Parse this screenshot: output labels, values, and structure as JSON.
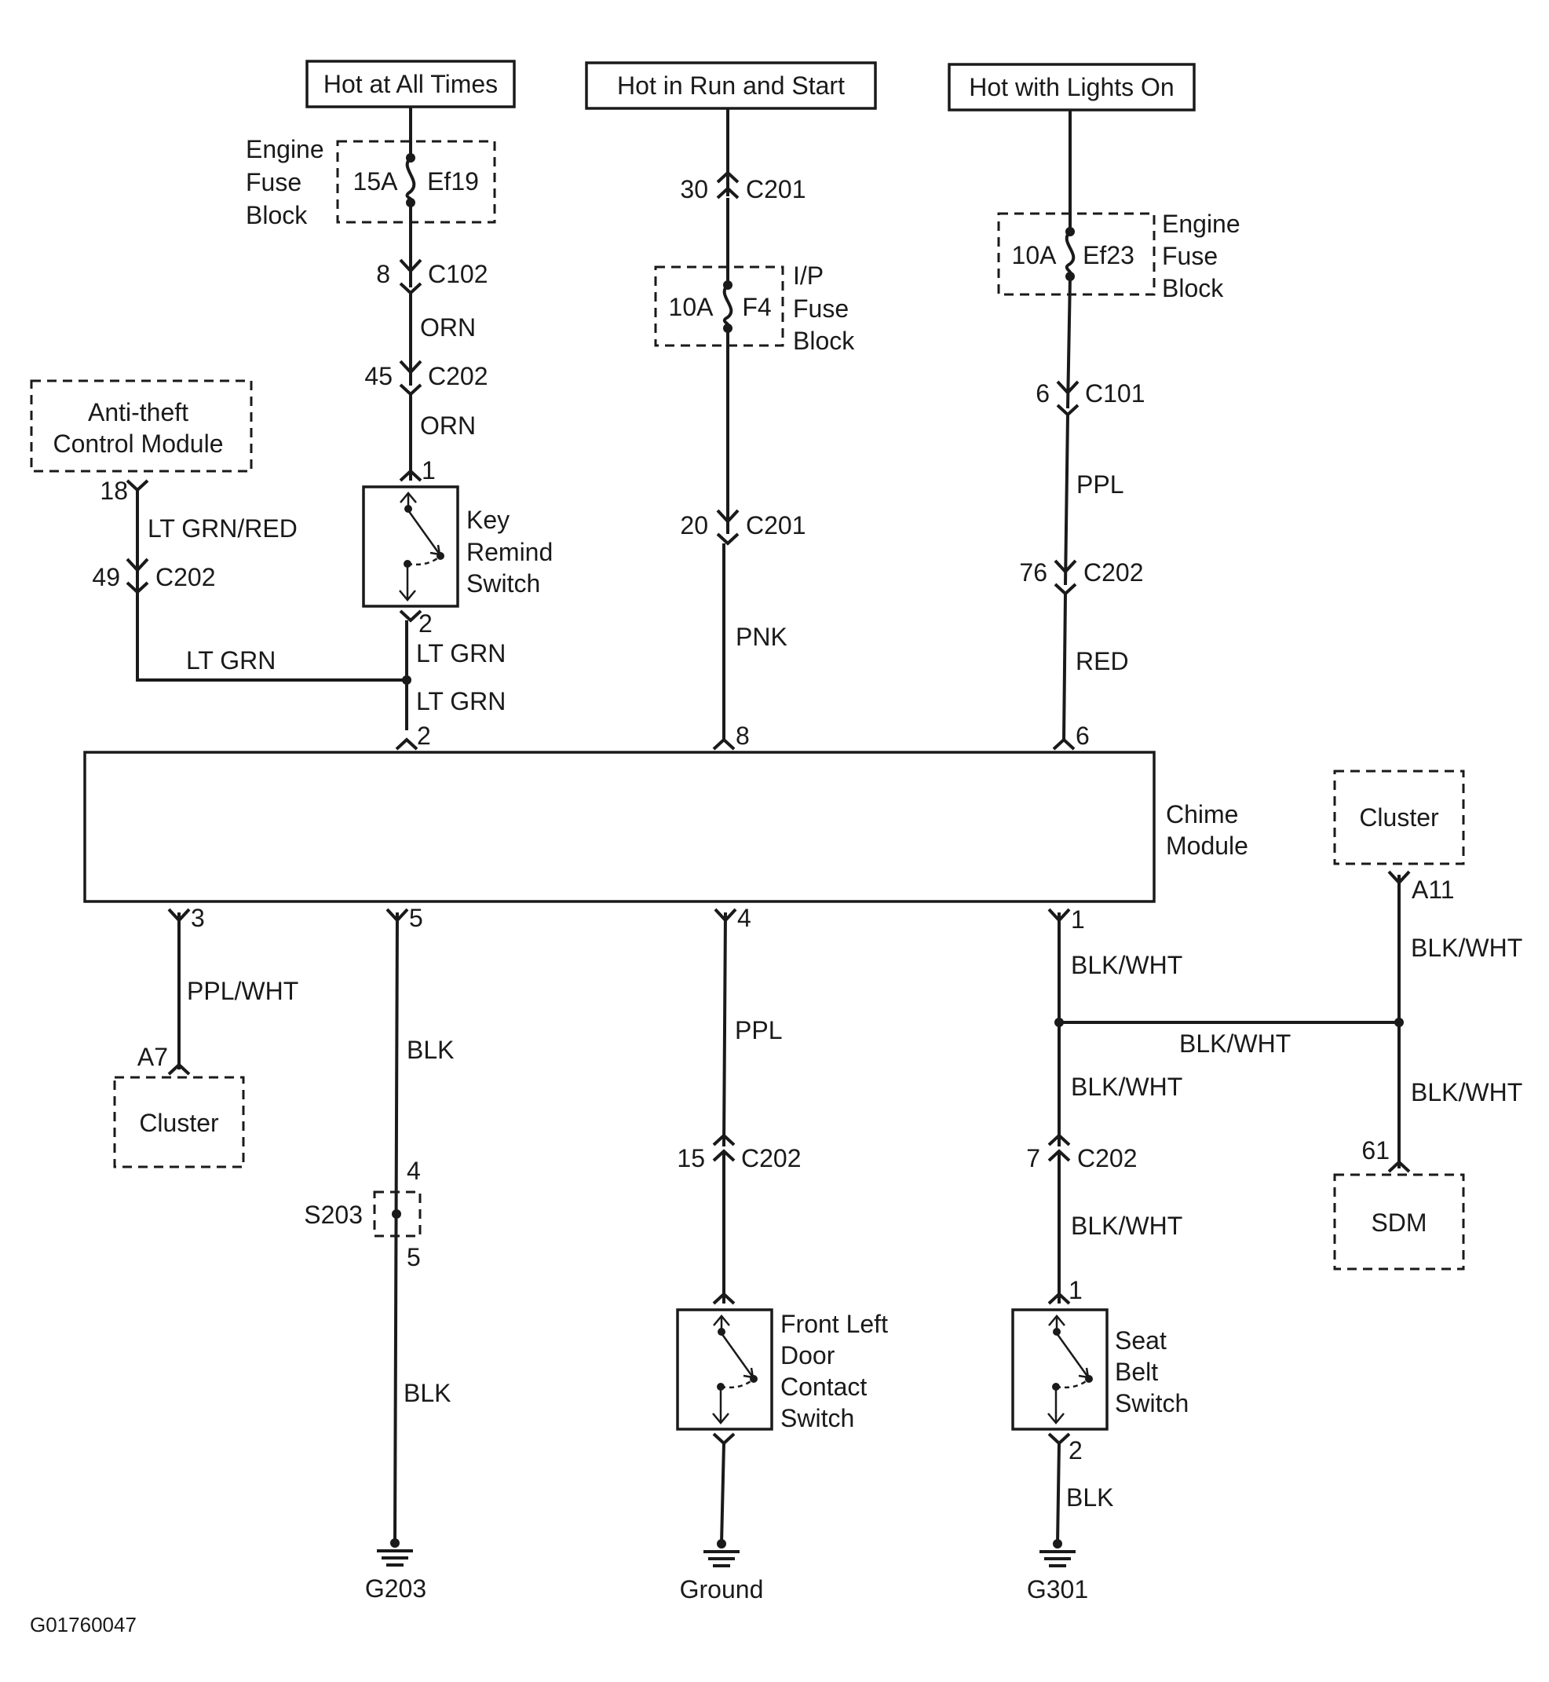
{
  "sources": {
    "hot_at_all_times": "Hot at All Times",
    "hot_in_run_and_start": "Hot in Run and Start",
    "hot_with_lights_on": "Hot with Lights On"
  },
  "fuses": {
    "ef19": {
      "rating": "15A",
      "id": "Ef19",
      "block": [
        "Engine",
        "Fuse",
        "Block"
      ]
    },
    "f4": {
      "rating": "10A",
      "id": "F4",
      "block": [
        "I/P",
        "Fuse",
        "Block"
      ]
    },
    "ef23": {
      "rating": "10A",
      "id": "Ef23",
      "block": [
        "Engine",
        "Fuse",
        "Block"
      ]
    }
  },
  "components": {
    "antitheft": [
      "Anti-theft",
      "Control Module"
    ],
    "key_remind": [
      "Key",
      "Remind",
      "Switch"
    ],
    "chime": [
      "Chime",
      "Module"
    ],
    "cluster_left": "Cluster",
    "cluster_right": "Cluster",
    "sdm": "SDM",
    "door_switch": [
      "Front Left",
      "Door",
      "Contact",
      "Switch"
    ],
    "seatbelt_switch": [
      "Seat",
      "Belt",
      "Switch"
    ],
    "splice": "S203"
  },
  "connectors": {
    "c102": "C102",
    "c201": "C201",
    "c202": "C202",
    "c101": "C101",
    "a7": "A7",
    "a11": "A11"
  },
  "pins": {
    "p8": "8",
    "p45": "45",
    "p30": "30",
    "p20": "20",
    "p6": "6",
    "p76": "76",
    "p18": "18",
    "p49": "49",
    "p1": "1",
    "p2": "2",
    "p3": "3",
    "p4": "4",
    "p5": "5",
    "p15": "15",
    "p7": "7",
    "p61": "61"
  },
  "wires": {
    "orn": "ORN",
    "ltgrn": "LT GRN",
    "ltgrn_red": "LT GRN/RED",
    "pnk": "PNK",
    "ppl": "PPL",
    "red": "RED",
    "ppl_wht": "PPL/WHT",
    "blk": "BLK",
    "blk_wht": "BLK/WHT"
  },
  "grounds": {
    "g203": "G203",
    "ground": "Ground",
    "g301": "G301"
  },
  "figure_id": "G01760047"
}
